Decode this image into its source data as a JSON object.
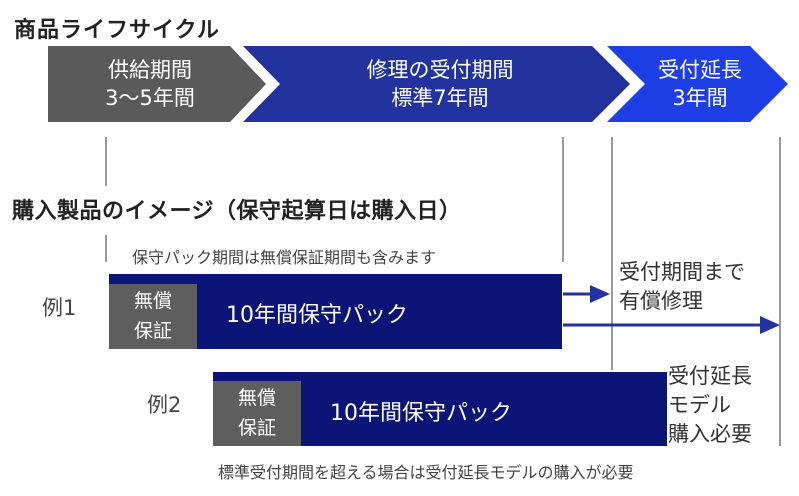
{
  "lifecycle": {
    "title": "商品ライフサイクル",
    "phases": [
      {
        "line1": "供給期間",
        "line2": "3〜5年間",
        "color": "#5a5a5a"
      },
      {
        "line1": "修理の受付期間",
        "line2": "標準7年間",
        "color": "#2233a0"
      },
      {
        "line1": "受付延長",
        "line2": "3年間",
        "color": "#1f3fe6"
      }
    ]
  },
  "purchase": {
    "title": "購入製品のイメージ（保守起算日は購入日）",
    "note_top": "保守パック期間は無償保証期間も含みます",
    "examples": [
      {
        "label": "例1",
        "warranty_line1": "無償",
        "warranty_line2": "保証",
        "pack_label": "10年間保守パック",
        "side_line1": "受付期間まで",
        "side_line2": "有償修理"
      },
      {
        "label": "例2",
        "warranty_line1": "無償",
        "warranty_line2": "保証",
        "pack_label": "10年間保守パック",
        "side_line1": "受付延長",
        "side_line2": "モデル",
        "side_line3": "購入必要"
      }
    ],
    "note_bottom": "標準受付期間を超える場合は受付延長モデルの購入が必要"
  },
  "colors": {
    "pack_bar": "#0b1577",
    "warranty_box": "#5e5e5e",
    "arrow": "#2233a0",
    "guide_line": "#9a9a9a"
  }
}
